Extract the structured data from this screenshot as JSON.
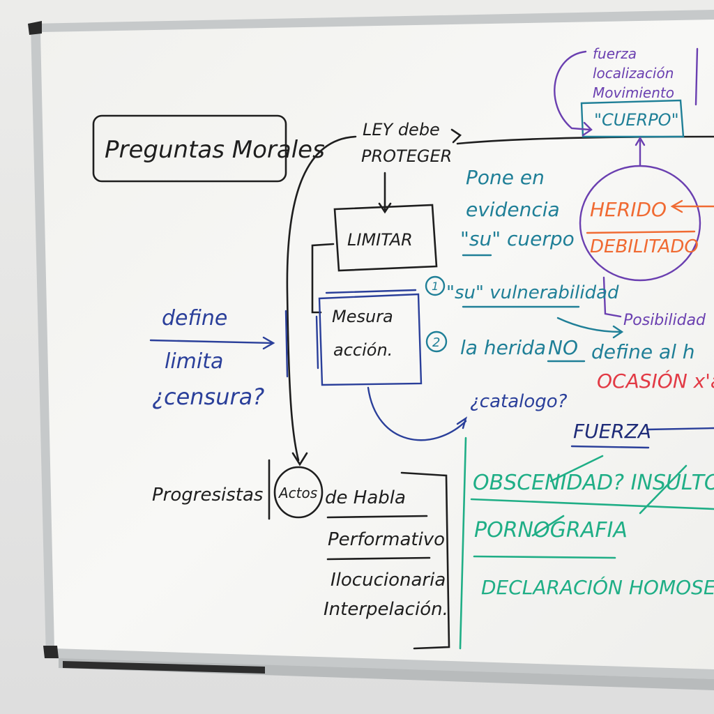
{
  "board": {
    "texts": {
      "preguntas_morales": "Preguntas Morales",
      "ley_debe": "LEY debe",
      "proteger": "PROTEGER",
      "limitar": "LIMITAR",
      "pone_en": "Pone en",
      "evidencia": "evidencia",
      "su_cuerpo": "\"su\" cuerpo",
      "fuerza_small": "fuerza",
      "localizacion": "localización",
      "movimiento": "Movimiento",
      "cuerpo": "\"CUERPO\"",
      "herido": "HERIDO",
      "debilitado": "DEBILITADO",
      "num1": "1",
      "su_vulnerabilidad": "\"su\" vulnerabilidad",
      "posibilidad": "Posibilidad",
      "num2": "2",
      "la_herida": "la herida",
      "no": "NO",
      "define_al": "define al h",
      "ocasion": "OCASIÓN x'a",
      "define": "define",
      "limita": "limita",
      "censura": "¿censura?",
      "mesura": "Mesura",
      "accion": "acción.",
      "catalogo": "¿catalogo?",
      "fuerza_big": "FUERZA",
      "obscenidad": "OBSCENIDAD? INSULTO?",
      "pornografia": "PORNOGRAFIA",
      "declaracion": "DECLARACIÓN HOMOSEXU",
      "progresistas": "Progresistas",
      "actos": "Actos",
      "de_habla": "de Habla",
      "performativo": "Performativo",
      "ilocucionaria": "Ilocucionaria",
      "interpelacion": "Interpelación."
    }
  },
  "colors": {
    "board": "#f7f7f4",
    "frame": "#c9cccd",
    "black": "#1e1e1e",
    "blue": "#2a3f9a",
    "teal": "#1f7f97",
    "green": "#1fae86",
    "orange": "#f06a32",
    "red": "#e23a45",
    "purple": "#6a3fb0"
  }
}
